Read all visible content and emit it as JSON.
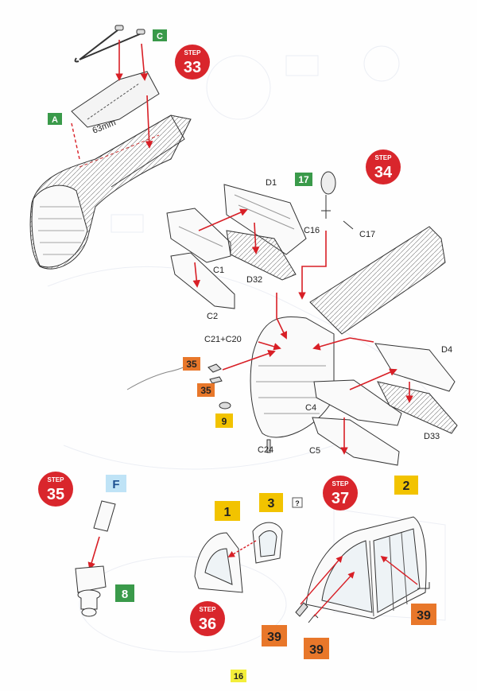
{
  "steps": [
    {
      "id": "33",
      "word": "STEP",
      "number": "33"
    },
    {
      "id": "34",
      "word": "STEP",
      "number": "34"
    },
    {
      "id": "35",
      "word": "STEP",
      "number": "35"
    },
    {
      "id": "36",
      "word": "STEP",
      "number": "36"
    },
    {
      "id": "37",
      "word": "STEP",
      "number": "37"
    }
  ],
  "tags": {
    "green": {
      "C": "C",
      "A": "A",
      "n17": "17",
      "n8": "8"
    },
    "yellow": {
      "n9": "9",
      "n1": "1",
      "n3": "3",
      "n2": "2"
    },
    "orange": {
      "n35a": "35",
      "n35b": "35",
      "n39a": "39",
      "n39b": "39",
      "n39c": "39"
    },
    "blue": {
      "F": "F"
    },
    "white": {
      "q": "?"
    }
  },
  "labels": {
    "dim": "63mm",
    "D1": "D1",
    "C1": "C1",
    "D32": "D32",
    "C2": "C2",
    "C16": "C16",
    "C17": "C17",
    "C21C20": "C21+C20",
    "D4": "D4",
    "C4": "C4",
    "D33": "D33",
    "C5": "C5",
    "C24": "C24"
  },
  "page_number": "16",
  "colors": {
    "step_red": "#d9262c",
    "green": "#3a9a4a",
    "yellow": "#f2c300",
    "orange": "#e8772a",
    "blue": "#bfe3f6",
    "arrow": "#d81f26",
    "line": "#3a3a3a"
  }
}
